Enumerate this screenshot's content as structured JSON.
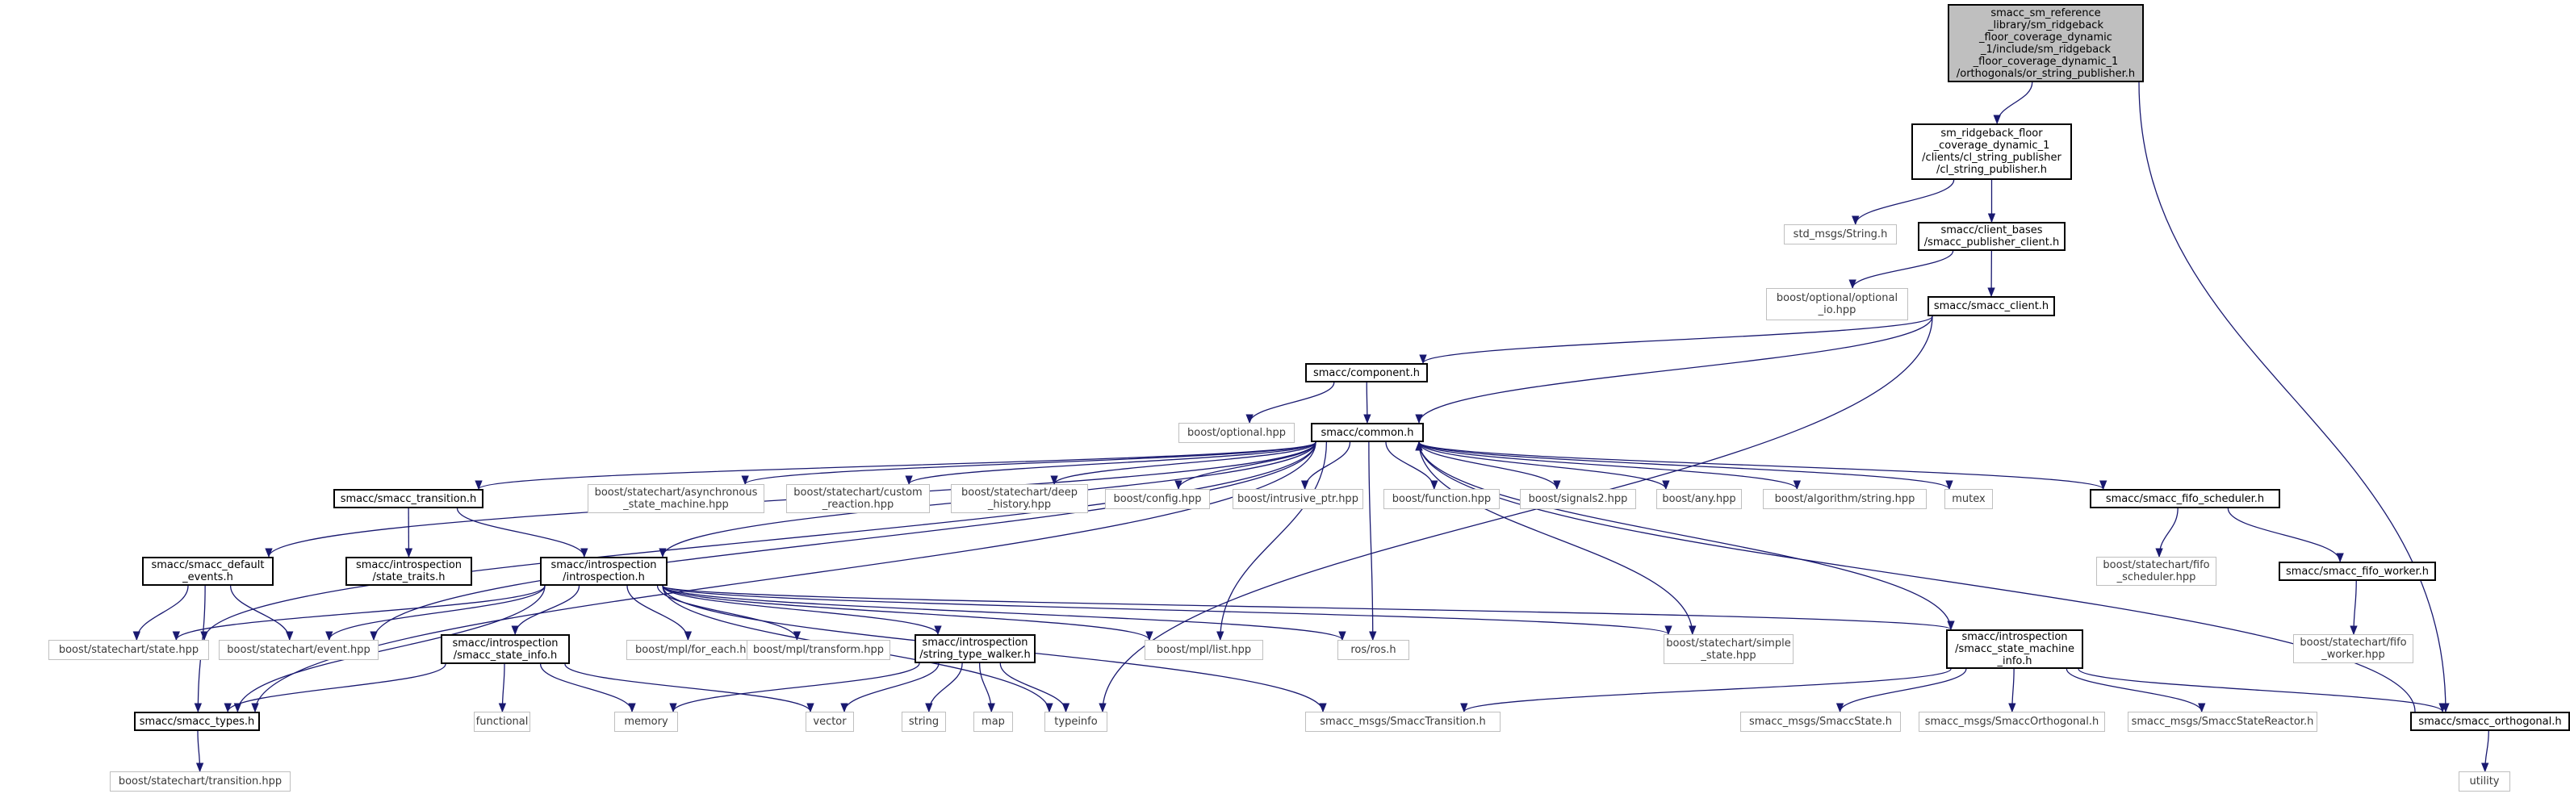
{
  "diagram": {
    "title": "",
    "colors": {
      "edge": "#191970",
      "internal_border": "#000000",
      "external_border": "#bfbfbf",
      "root_fill": "#bfbfbf"
    },
    "nodes": [
      {
        "id": "root",
        "kind": "root",
        "label": "smacc_sm_reference\n_library/sm_ridgeback\n_floor_coverage_dynamic\n_1/include/sm_ridgeback\n_floor_coverage_dynamic_1\n/orthogonals/or_string_publisher.h"
      },
      {
        "id": "cl_pub",
        "kind": "internal",
        "label": "sm_ridgeback_floor\n_coverage_dynamic_1\n/clients/cl_string_publisher\n/cl_string_publisher.h"
      },
      {
        "id": "std_string",
        "kind": "external",
        "label": "std_msgs/String.h"
      },
      {
        "id": "pub_client",
        "kind": "internal",
        "label": "smacc/client_bases\n/smacc_publisher_client.h"
      },
      {
        "id": "opt_io",
        "kind": "external",
        "label": "boost/optional/optional\n_io.hpp"
      },
      {
        "id": "smacc_client",
        "kind": "internal",
        "label": "smacc/smacc_client.h"
      },
      {
        "id": "component",
        "kind": "internal",
        "label": "smacc/component.h"
      },
      {
        "id": "optional",
        "kind": "external",
        "label": "boost/optional.hpp"
      },
      {
        "id": "common",
        "kind": "internal",
        "label": "smacc/common.h"
      },
      {
        "id": "transition",
        "kind": "internal",
        "label": "smacc/smacc_transition.h"
      },
      {
        "id": "async_sm",
        "kind": "external",
        "label": "boost/statechart/asynchronous\n_state_machine.hpp"
      },
      {
        "id": "custom_reaction",
        "kind": "external",
        "label": "boost/statechart/custom\n_reaction.hpp"
      },
      {
        "id": "deep_history",
        "kind": "external",
        "label": "boost/statechart/deep\n_history.hpp"
      },
      {
        "id": "config",
        "kind": "external",
        "label": "boost/config.hpp"
      },
      {
        "id": "intrusive_ptr",
        "kind": "external",
        "label": "boost/intrusive_ptr.hpp"
      },
      {
        "id": "function",
        "kind": "external",
        "label": "boost/function.hpp"
      },
      {
        "id": "signals2",
        "kind": "external",
        "label": "boost/signals2.hpp"
      },
      {
        "id": "any",
        "kind": "external",
        "label": "boost/any.hpp"
      },
      {
        "id": "alg_string",
        "kind": "external",
        "label": "boost/algorithm/string.hpp"
      },
      {
        "id": "mutex",
        "kind": "external",
        "label": "mutex"
      },
      {
        "id": "fifo_sched",
        "kind": "internal",
        "label": "smacc/smacc_fifo_scheduler.h"
      },
      {
        "id": "default_events",
        "kind": "internal",
        "label": "smacc/smacc_default\n_events.h"
      },
      {
        "id": "state_traits",
        "kind": "internal",
        "label": "smacc/introspection\n/state_traits.h"
      },
      {
        "id": "introspection",
        "kind": "internal",
        "label": "smacc/introspection\n/introspection.h"
      },
      {
        "id": "fifo_sched_hpp",
        "kind": "external",
        "label": "boost/statechart/fifo\n_scheduler.hpp"
      },
      {
        "id": "fifo_worker",
        "kind": "internal",
        "label": "smacc/smacc_fifo_worker.h"
      },
      {
        "id": "state_hpp",
        "kind": "external",
        "label": "boost/statechart/state.hpp"
      },
      {
        "id": "event_hpp",
        "kind": "external",
        "label": "boost/statechart/event.hpp"
      },
      {
        "id": "state_info",
        "kind": "internal",
        "label": "smacc/introspection\n/smacc_state_info.h"
      },
      {
        "id": "for_each",
        "kind": "external",
        "label": "boost/mpl/for_each.hpp"
      },
      {
        "id": "mpl_transform",
        "kind": "external",
        "label": "boost/mpl/transform.hpp"
      },
      {
        "id": "type_walker",
        "kind": "internal",
        "label": "smacc/introspection\n/string_type_walker.h"
      },
      {
        "id": "mpl_list",
        "kind": "external",
        "label": "boost/mpl/list.hpp"
      },
      {
        "id": "ros",
        "kind": "external",
        "label": "ros/ros.h"
      },
      {
        "id": "simple_state",
        "kind": "external",
        "label": "boost/statechart/simple\n_state.hpp"
      },
      {
        "id": "sm_info",
        "kind": "internal",
        "label": "smacc/introspection\n/smacc_state_machine\n_info.h"
      },
      {
        "id": "fifo_worker_hpp",
        "kind": "external",
        "label": "boost/statechart/fifo\n_worker.hpp"
      },
      {
        "id": "smacc_types",
        "kind": "internal",
        "label": "smacc/smacc_types.h"
      },
      {
        "id": "functional",
        "kind": "external",
        "label": "functional"
      },
      {
        "id": "memory",
        "kind": "external",
        "label": "memory"
      },
      {
        "id": "vector",
        "kind": "external",
        "label": "vector"
      },
      {
        "id": "string",
        "kind": "external",
        "label": "string"
      },
      {
        "id": "map",
        "kind": "external",
        "label": "map"
      },
      {
        "id": "typeinfo",
        "kind": "external",
        "label": "typeinfo"
      },
      {
        "id": "smacc_transition_msg",
        "kind": "external",
        "label": "smacc_msgs/SmaccTransition.h"
      },
      {
        "id": "smacc_state_msg",
        "kind": "external",
        "label": "smacc_msgs/SmaccState.h"
      },
      {
        "id": "smacc_orth_msg",
        "kind": "external",
        "label": "smacc_msgs/SmaccOrthogonal.h"
      },
      {
        "id": "smacc_reactor_msg",
        "kind": "external",
        "label": "smacc_msgs/SmaccStateReactor.h"
      },
      {
        "id": "orthogonal",
        "kind": "internal",
        "label": "smacc/smacc_orthogonal.h"
      },
      {
        "id": "sc_transition",
        "kind": "external",
        "label": "boost/statechart/transition.hpp"
      },
      {
        "id": "utility",
        "kind": "external",
        "label": "utility"
      }
    ],
    "edges": [
      [
        "root",
        "cl_pub"
      ],
      [
        "root",
        "orthogonal"
      ],
      [
        "cl_pub",
        "std_string"
      ],
      [
        "cl_pub",
        "pub_client"
      ],
      [
        "pub_client",
        "opt_io"
      ],
      [
        "pub_client",
        "smacc_client"
      ],
      [
        "smacc_client",
        "component"
      ],
      [
        "smacc_client",
        "common"
      ],
      [
        "smacc_client",
        "typeinfo"
      ],
      [
        "component",
        "optional"
      ],
      [
        "component",
        "common"
      ],
      [
        "common",
        "transition"
      ],
      [
        "common",
        "async_sm"
      ],
      [
        "common",
        "custom_reaction"
      ],
      [
        "common",
        "deep_history"
      ],
      [
        "common",
        "config"
      ],
      [
        "common",
        "intrusive_ptr"
      ],
      [
        "common",
        "function"
      ],
      [
        "common",
        "signals2"
      ],
      [
        "common",
        "any"
      ],
      [
        "common",
        "alg_string"
      ],
      [
        "common",
        "mutex"
      ],
      [
        "common",
        "fifo_sched"
      ],
      [
        "common",
        "default_events"
      ],
      [
        "common",
        "state_hpp"
      ],
      [
        "common",
        "event_hpp"
      ],
      [
        "common",
        "smacc_types"
      ],
      [
        "common",
        "introspection"
      ],
      [
        "common",
        "mpl_list"
      ],
      [
        "common",
        "ros"
      ],
      [
        "common",
        "simple_state"
      ],
      [
        "transition",
        "state_traits"
      ],
      [
        "transition",
        "introspection"
      ],
      [
        "fifo_sched",
        "fifo_sched_hpp"
      ],
      [
        "fifo_sched",
        "fifo_worker"
      ],
      [
        "fifo_worker",
        "fifo_worker_hpp"
      ],
      [
        "default_events",
        "state_hpp"
      ],
      [
        "default_events",
        "event_hpp"
      ],
      [
        "default_events",
        "smacc_types"
      ],
      [
        "introspection",
        "state_hpp"
      ],
      [
        "introspection",
        "event_hpp"
      ],
      [
        "introspection",
        "smacc_types"
      ],
      [
        "introspection",
        "state_info"
      ],
      [
        "introspection",
        "for_each"
      ],
      [
        "introspection",
        "mpl_transform"
      ],
      [
        "introspection",
        "type_walker"
      ],
      [
        "introspection",
        "mpl_list"
      ],
      [
        "introspection",
        "ros"
      ],
      [
        "introspection",
        "simple_state"
      ],
      [
        "introspection",
        "sm_info"
      ],
      [
        "introspection",
        "typeinfo"
      ],
      [
        "introspection",
        "smacc_transition_msg"
      ],
      [
        "state_info",
        "smacc_types"
      ],
      [
        "state_info",
        "functional"
      ],
      [
        "state_info",
        "memory"
      ],
      [
        "state_info",
        "vector"
      ],
      [
        "type_walker",
        "memory"
      ],
      [
        "type_walker",
        "vector"
      ],
      [
        "type_walker",
        "string"
      ],
      [
        "type_walker",
        "map"
      ],
      [
        "type_walker",
        "typeinfo"
      ],
      [
        "sm_info",
        "common"
      ],
      [
        "sm_info",
        "smacc_transition_msg"
      ],
      [
        "sm_info",
        "smacc_state_msg"
      ],
      [
        "sm_info",
        "smacc_orth_msg"
      ],
      [
        "sm_info",
        "smacc_reactor_msg"
      ],
      [
        "sm_info",
        "orthogonal"
      ],
      [
        "orthogonal",
        "common"
      ],
      [
        "orthogonal",
        "utility"
      ],
      [
        "smacc_types",
        "sc_transition"
      ]
    ]
  }
}
